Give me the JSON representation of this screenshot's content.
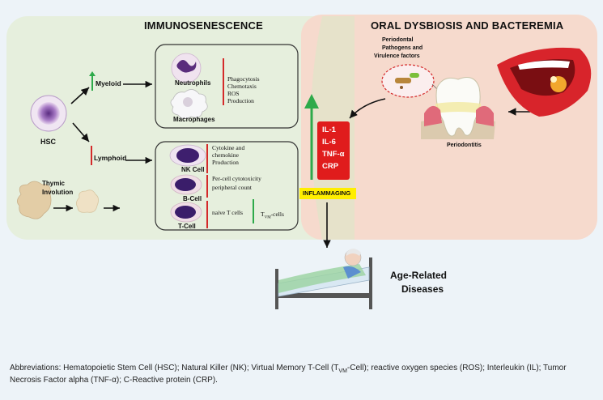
{
  "titles": {
    "left": "IMMUNOSENESCENCE",
    "right": "ORAL DYSBIOSIS AND BACTEREMIA"
  },
  "labels": {
    "hsc": "HSC",
    "myeloid": "Myeloid",
    "lymphoid": "Lymphoid",
    "thymic_line1": "Thymic",
    "thymic_line2": "Involution",
    "neutrophils": "Neutrophils",
    "macrophages": "Macrophages",
    "myeloid_functions": [
      "Phagocytosis",
      "Chemotaxis",
      "ROS",
      "Production"
    ],
    "nk_cell": "NK Cell",
    "nk_desc": [
      "Cytokine and",
      "chemokine",
      "Production"
    ],
    "b_cell": "B-Cell",
    "b_desc": [
      "Per-cell cytotoxicity",
      "peripheral count"
    ],
    "t_cell": "T-Cell",
    "naive_t": "naive T cells",
    "tvm_main": "T",
    "tvm_sub": "VM",
    "tvm_suffix": "-cells",
    "pathogens": [
      "Periodontal",
      "Pathogens and",
      "Virulence factors"
    ],
    "periodontitis": "Periodontitis",
    "cytokines": [
      "IL-1",
      "IL-6",
      "TNF-α",
      "CRP"
    ],
    "inflammaging": "INFLAMMAGING",
    "disease_line1": "Age-Related",
    "disease_line2": "Diseases"
  },
  "caption": {
    "part1": "Abbreviations: Hematopoietic Stem Cell (HSC); Natural Killer (NK); Virtual Memory T-Cell (T",
    "sub": "VM",
    "part2": "-Cell); reactive oxygen species (ROS); Interleukin (IL); Tumor Necrosis Factor alpha (TNF-α); C-Reactive protein (CRP)."
  },
  "colors": {
    "left_panel": "#e8f1e0",
    "right_panel": "#f7dcd0",
    "up_arrow": "#2eaa4a",
    "down_arrow": "#d42a2a",
    "cytokine_box": "#e01c1c",
    "inflammaging_box": "#ffee00"
  }
}
